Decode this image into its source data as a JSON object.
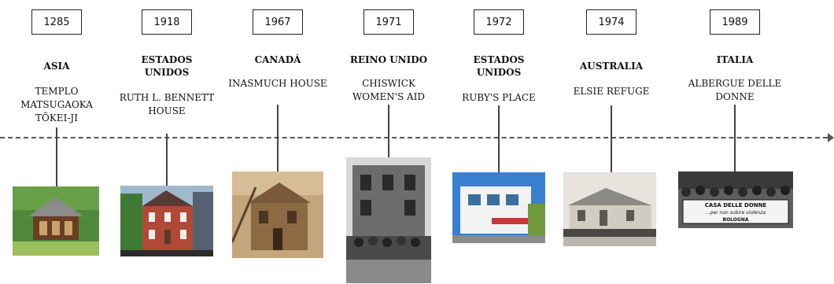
{
  "events": [
    {
      "year": "1285",
      "country": "ASIA",
      "place": "TEMPLO MATSUGAOKA TÕKEI-JI",
      "image": "temple-photo"
    },
    {
      "year": "1918",
      "country": "ESTADOS UNIDOS",
      "place": "RUTH L. BENNETT HOUSE",
      "image": "brick-house-photo"
    },
    {
      "year": "1967",
      "country": "CANADÁ",
      "place": "INASMUCH HOUSE",
      "image": "sepia-house-photo"
    },
    {
      "year": "1971",
      "country": "REINO UNIDO",
      "place": "CHISWICK WOMEN'S AID",
      "image": "group-photo"
    },
    {
      "year": "1972",
      "country": "ESTADOS UNIDOS",
      "place": "RUBY'S PLACE",
      "image": "modern-building-photo"
    },
    {
      "year": "1974",
      "country": "AUSTRALIA",
      "place": "ELSIE REFUGE",
      "image": "cottage-photo"
    },
    {
      "year": "1989",
      "country": "ITALIA",
      "place": "ALBERGUE DELLE DONNE",
      "image": "protest-banner-photo"
    }
  ],
  "banner_text": {
    "line1": "CASA DELLE DONNE",
    "line2": "...per non subire violenza",
    "line3": "BOLOGNA"
  }
}
